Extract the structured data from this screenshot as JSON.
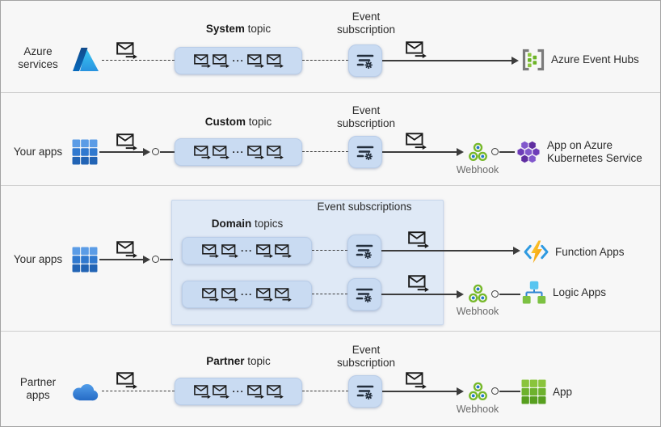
{
  "glyphs": {
    "ellipsis": "···"
  },
  "colors": {
    "background": "#f7f7f7",
    "topic_box": "#c9dbf2",
    "domain_container": "#dfe9f6",
    "line": "#3c3c3c",
    "azure_blue": "#2892df",
    "webhook_green": "#76b82a",
    "event_hubs_green": "#6cb327",
    "aks_purple": "#6e3cb8",
    "function_yellow": "#f5a300",
    "logic_green": "#7cc142"
  },
  "rows": [
    {
      "source_label": "Azure services",
      "topic_bold": "System",
      "topic_rest": " topic",
      "subscription_label": "Event subscription",
      "target_label": "Azure Event Hubs"
    },
    {
      "source_label": "Your apps",
      "topic_bold": "Custom",
      "topic_rest": " topic",
      "subscription_label": "Event subscription",
      "webhook_label": "Webhook",
      "target_label": "App on Azure Kubernetes Service"
    },
    {
      "source_label": "Your apps",
      "topic_bold": "Domain",
      "topic_rest": " topics",
      "subscription_label": "Event subscriptions",
      "webhook_label": "Webhook",
      "target_label_1": "Function Apps",
      "target_label_2": "Logic Apps"
    },
    {
      "source_label": "Partner apps",
      "topic_bold": "Partner",
      "topic_rest": " topic",
      "subscription_label": "Event subscription",
      "webhook_label": "Webhook",
      "target_label": "App"
    }
  ]
}
